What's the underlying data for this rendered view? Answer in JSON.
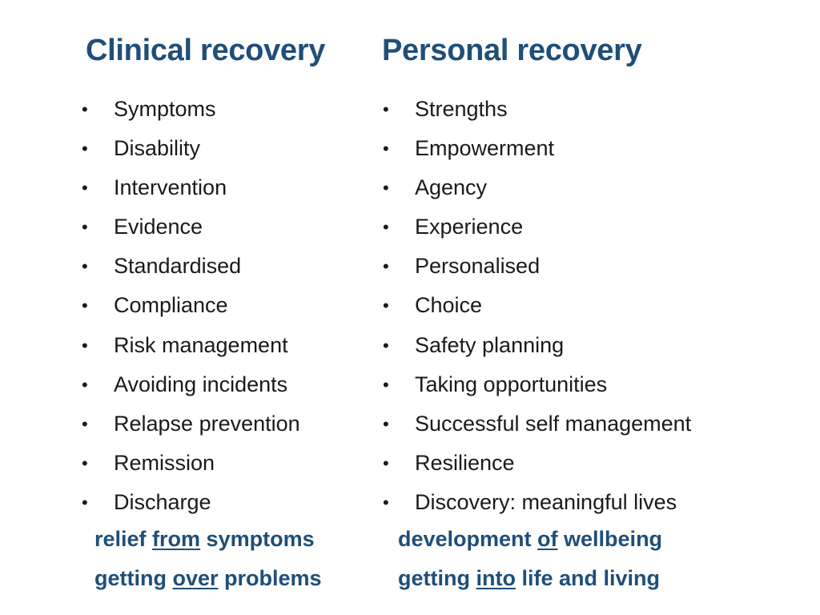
{
  "left": {
    "heading": "Clinical recovery",
    "bullets": [
      "Symptoms",
      "Disability",
      "Intervention",
      "Evidence",
      "Standardised",
      "Compliance",
      "Risk management",
      "Avoiding incidents",
      "Relapse prevention",
      "Remission",
      "Discharge"
    ],
    "summary": [
      {
        "pre": "relief ",
        "em": "from",
        "post": " symptoms"
      },
      {
        "pre": "getting ",
        "em": "over",
        "post": " problems"
      }
    ]
  },
  "right": {
    "heading": "Personal recovery",
    "bullets": [
      "Strengths",
      "Empowerment",
      "Agency",
      "Experience",
      "Personalised",
      "Choice",
      "Safety planning",
      "Taking opportunities",
      "Successful self management",
      "Resilience",
      "Discovery: meaningful lives"
    ],
    "summary": [
      {
        "pre": "development ",
        "em": "of",
        "post": " wellbeing"
      },
      {
        "pre": "getting ",
        "em": "into",
        "post": " life and living"
      }
    ]
  },
  "bullet_glyph": "•",
  "colors": {
    "heading": "#1f4e79",
    "body_text": "#1a1a1a",
    "background": "#ffffff"
  }
}
